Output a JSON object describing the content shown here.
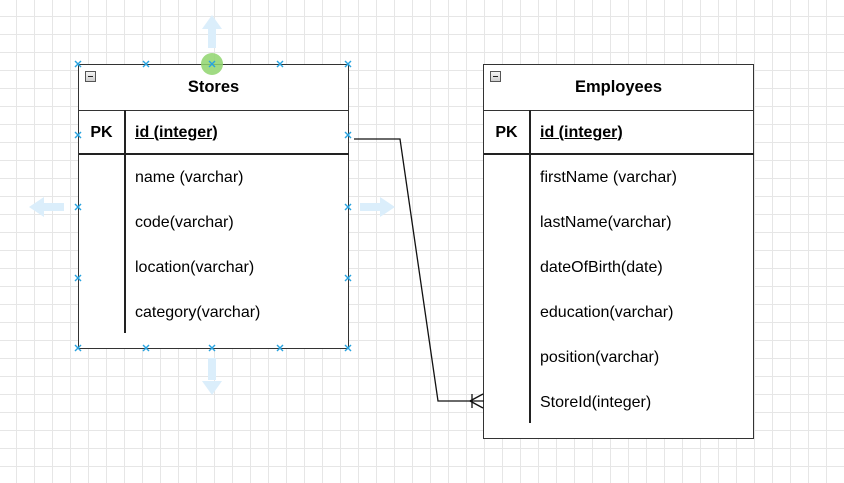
{
  "tables": {
    "stores": {
      "title": "Stores",
      "pk_label": "PK",
      "fields": [
        "id (integer)",
        "name (varchar)",
        "code(varchar)",
        "location(varchar)",
        "category(varchar)"
      ]
    },
    "employees": {
      "title": "Employees",
      "pk_label": "PK",
      "fields": [
        "id (integer)",
        "firstName (varchar)",
        "lastName(varchar)",
        "dateOfBirth(date)",
        "education(varchar)",
        "position(varchar)",
        "StoreId(integer)"
      ]
    }
  },
  "relationship": {
    "from": "Stores.id",
    "to": "Employees.StoreId",
    "cardinality": "one-to-many"
  },
  "colors": {
    "selection_handle": "#29a3e0",
    "hover_arrow": "#dbeefb",
    "rotate_handle": "#8fd56d",
    "border": "#333333",
    "grid": "#e6e6e6"
  }
}
